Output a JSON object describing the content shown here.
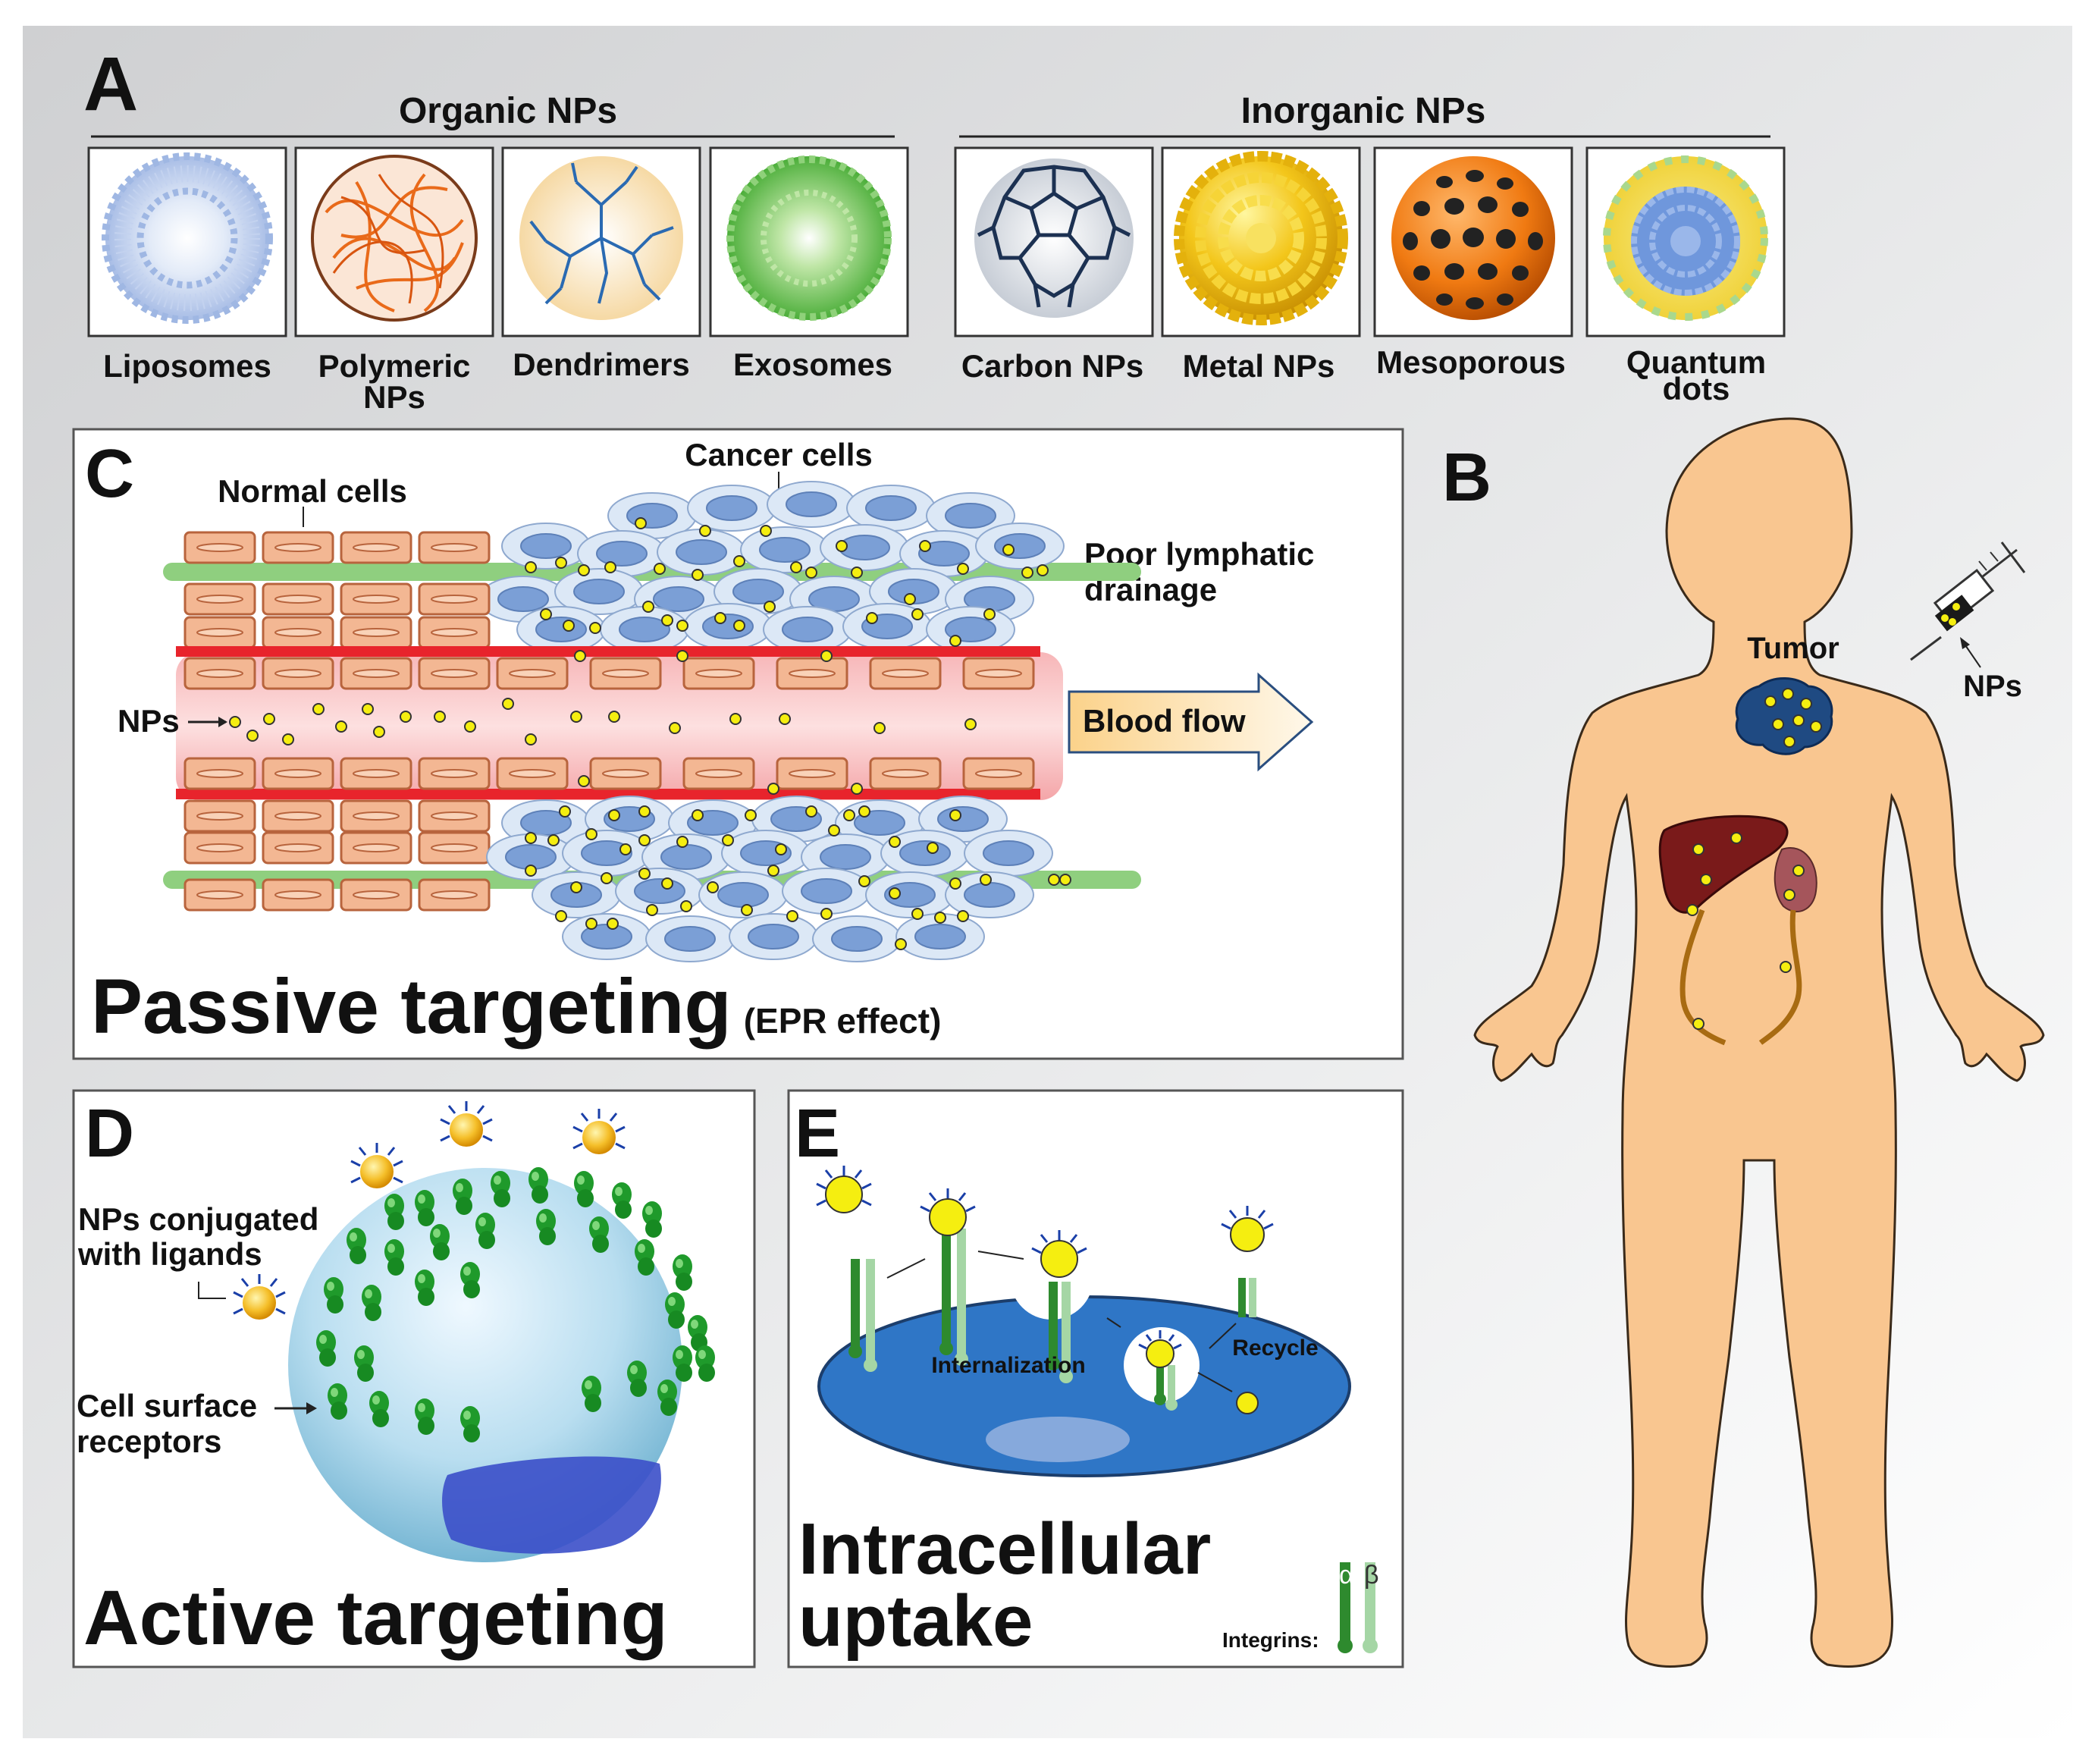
{
  "panel_letters": {
    "a": "A",
    "b": "B",
    "c": "C",
    "d": "D",
    "e": "E"
  },
  "panel_a": {
    "organic_header": "Organic NPs",
    "inorganic_header": "Inorganic NPs",
    "items": [
      {
        "label_lines": [
          "Liposomes"
        ],
        "icon": "liposome-icon"
      },
      {
        "label_lines": [
          "Polymeric",
          "NPs"
        ],
        "icon": "polymeric-np-icon"
      },
      {
        "label_lines": [
          "Dendrimers"
        ],
        "icon": "dendrimer-icon"
      },
      {
        "label_lines": [
          "Exosomes"
        ],
        "icon": "exosome-icon"
      },
      {
        "label_lines": [
          "Carbon NPs"
        ],
        "icon": "carbon-np-icon"
      },
      {
        "label_lines": [
          "Metal NPs"
        ],
        "icon": "metal-np-icon"
      },
      {
        "label_lines": [
          "Mesoporous"
        ],
        "icon": "mesoporous-icon"
      },
      {
        "label_lines": [
          "Quantum",
          "dots"
        ],
        "icon": "quantum-dot-icon"
      }
    ]
  },
  "panel_b": {
    "tumor_label": "Tumor",
    "nps_label": "NPs"
  },
  "panel_c": {
    "normal_cells_label": "Normal cells",
    "cancer_cells_label": "Cancer cells",
    "lymphatic_label_lines": [
      "Poor lymphatic",
      "drainage"
    ],
    "nps_label": "NPs",
    "blood_flow_label": "Blood flow",
    "title": "Passive targeting",
    "subtitle": "(EPR effect)"
  },
  "panel_d": {
    "nps_label_lines": [
      "NPs conjugated",
      "with ligands"
    ],
    "receptor_label_lines": [
      "Cell surface",
      "receptors"
    ],
    "title": "Active targeting"
  },
  "panel_e": {
    "internalization_label": "Internalization",
    "recycle_label": "Recycle",
    "title_lines": [
      "Intracellular",
      "uptake"
    ],
    "integrins_label": "Integrins:",
    "alpha_label": "α",
    "beta_label": "β"
  },
  "colors": {
    "skin": "#f9c690",
    "np_yellow": "#f5ee10",
    "cell_blue": "#7b9fd6",
    "vessel_red": "#e8242c",
    "normal_cell": "#f3b793",
    "lymph_green": "#8fcf7f",
    "receptor_green": "#2ea12e"
  }
}
